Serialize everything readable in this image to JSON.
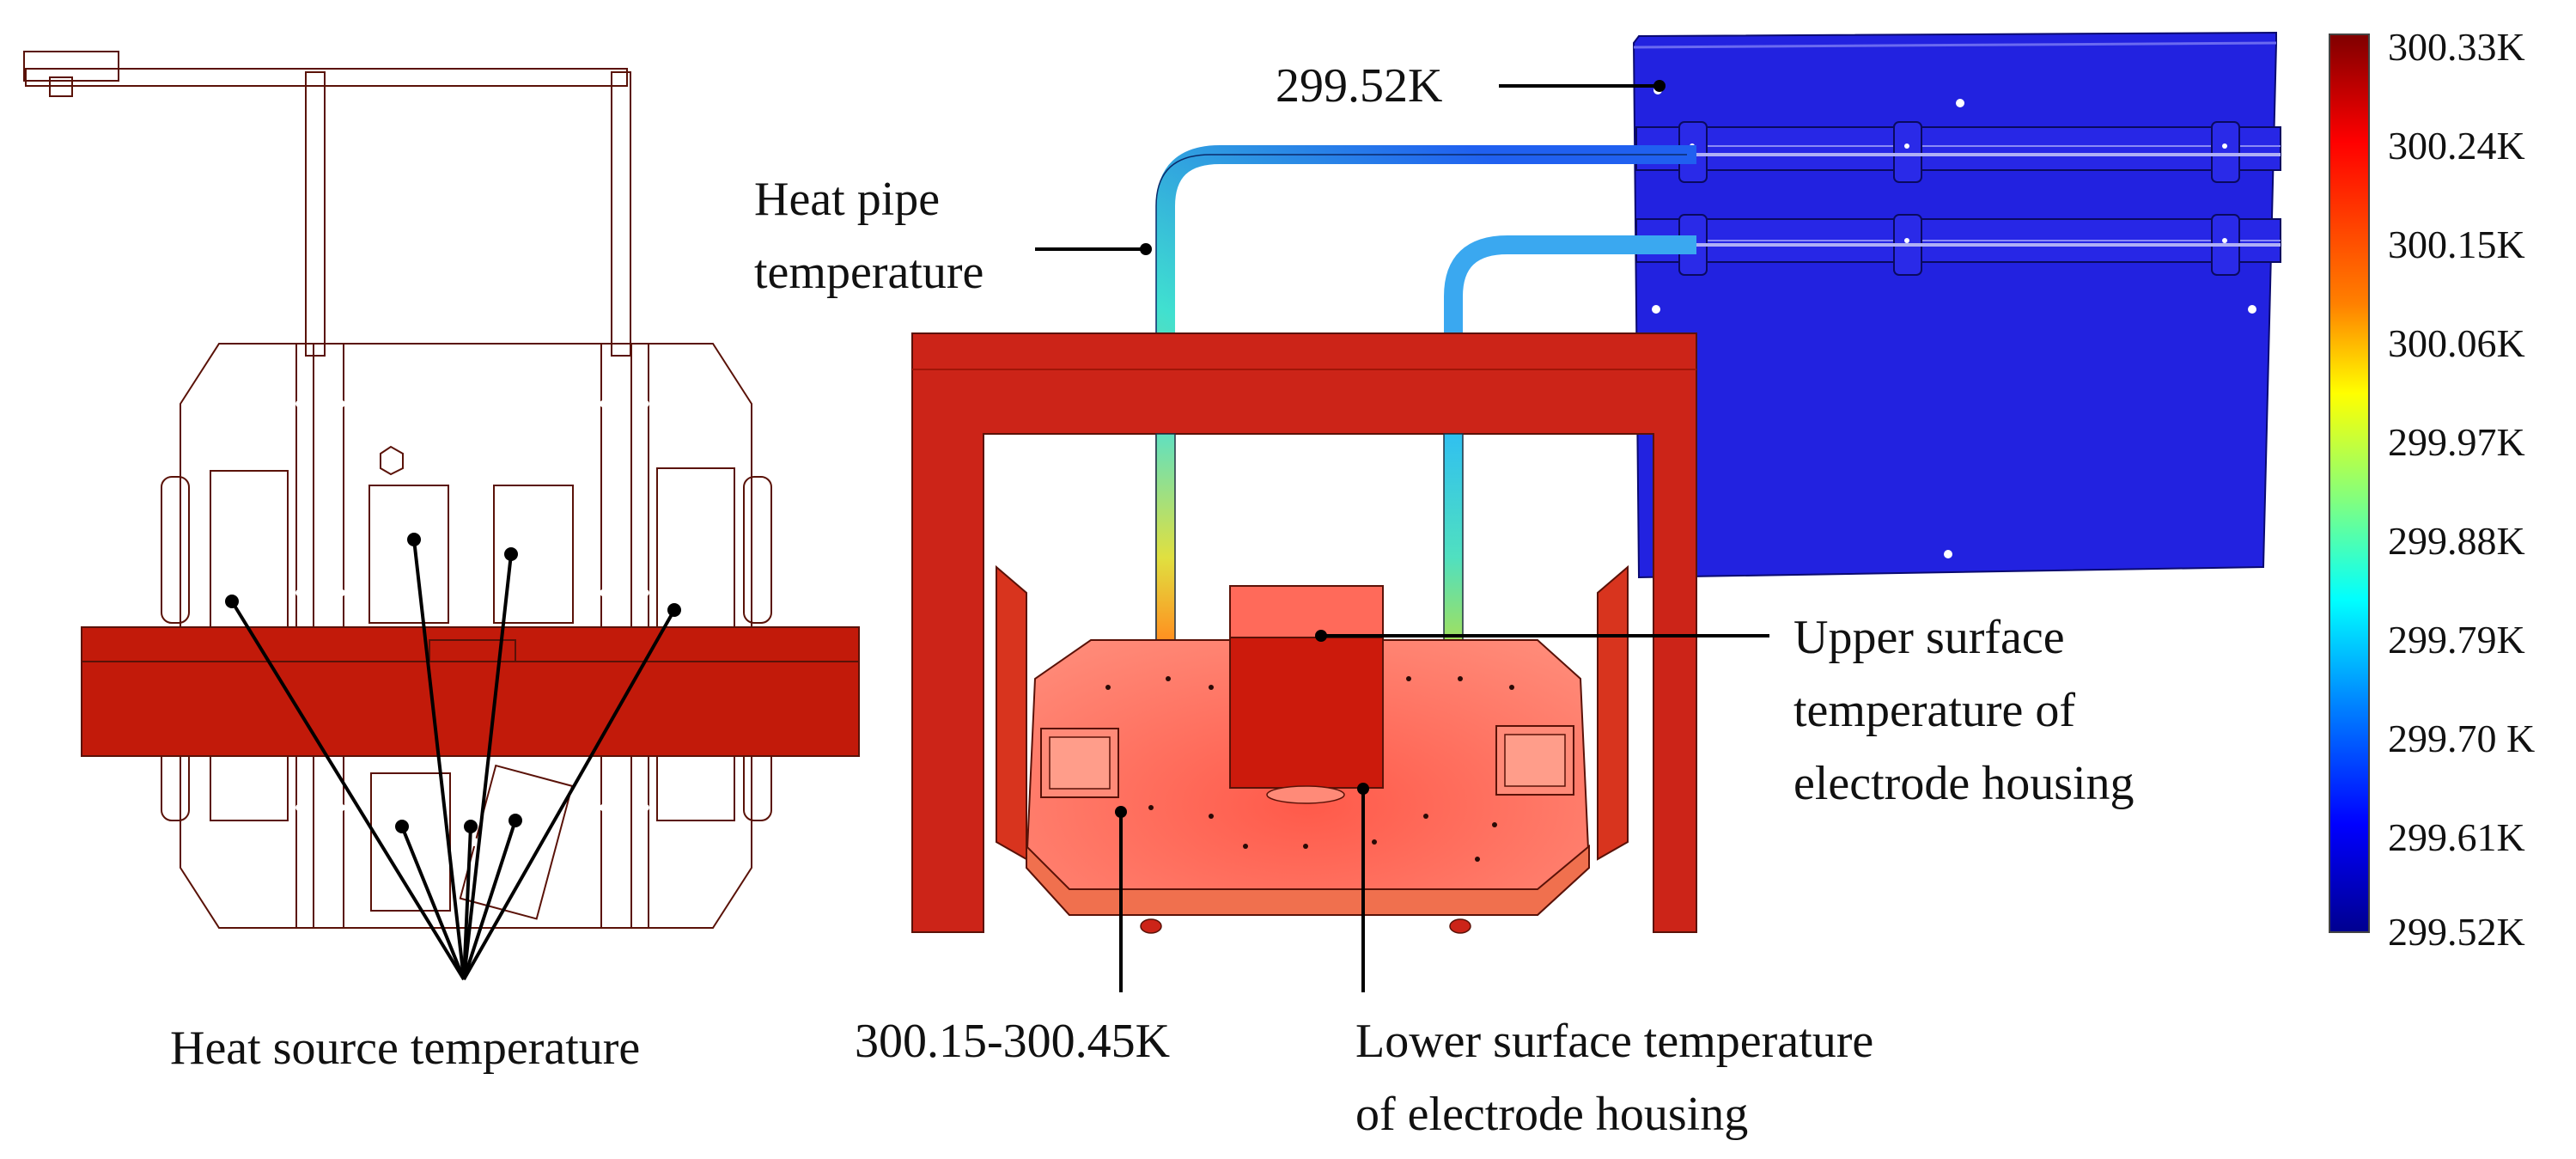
{
  "colorbar": {
    "ticks": [
      "300.33K",
      "300.24K",
      "300.15K",
      "300.06K",
      "299.97K",
      "299.88K",
      "299.79K",
      "299.70 K",
      "299.61K",
      "299.52K"
    ],
    "colors": [
      "#7f0000",
      "#ff0000",
      "#ff8000",
      "#ffff00",
      "#80ff80",
      "#00ffff",
      "#0080ff",
      "#0000ff",
      "#00008f"
    ]
  },
  "labels": {
    "left_cold_plate": "299.52K",
    "heat_pipe_line1": "Heat pipe",
    "heat_pipe_line2": "temperature",
    "upper_line1": "Upper surface",
    "upper_line2": "temperature of",
    "upper_line3": "electrode housing",
    "heat_source": "Heat source temperature",
    "range": "300.15-300.45K",
    "lower_line1": "Lower surface temperature",
    "lower_line2": "of electrode housing"
  }
}
